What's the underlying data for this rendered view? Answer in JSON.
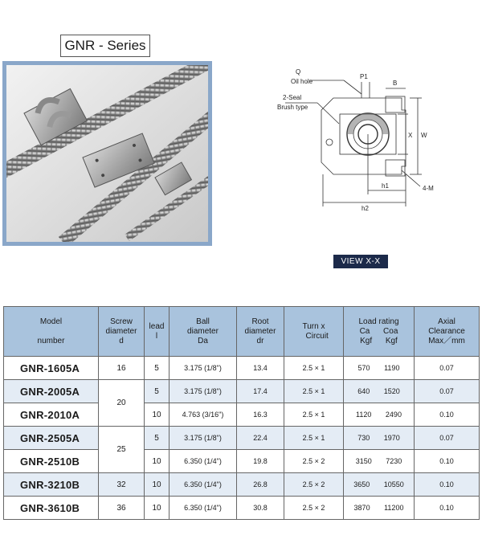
{
  "series_title": "GNR - Series",
  "drawing": {
    "label_q": "Q",
    "label_oil_hole": "Oil hole",
    "label_p1": "P1",
    "label_b": "B",
    "label_seal": "2-Seal",
    "label_brush": "Brush type",
    "label_x": "X",
    "label_w": "W",
    "label_h1": "h1",
    "label_h2": "h2",
    "label_4m": "4-M"
  },
  "view_label": "VIEW  X-X",
  "table": {
    "headers": {
      "model_1": "Model",
      "model_2": "number",
      "screw_1": "Screw",
      "screw_2": "diameter",
      "screw_3": "d",
      "lead_1": "lead",
      "lead_2": "l",
      "ball_1": "Ball",
      "ball_2": "diameter",
      "ball_3": "Da",
      "root_1": "Root",
      "root_2": "diameter",
      "root_3": "dr",
      "turn_1": "Turn",
      "turn_x": "x",
      "turn_2": "Circuit",
      "load_1": "Load  rating",
      "load_ca": "Ca",
      "load_coa": "Coa",
      "load_kgf1": "Kgf",
      "load_kgf2": "Kgf",
      "axial_1": "Axial",
      "axial_2": "Clearance",
      "axial_3": "Max／mm"
    },
    "rows": [
      {
        "model": "GNR-1605A",
        "screw": "16",
        "lead": "5",
        "ball": "3.175 (1/8\")",
        "root": "13.4",
        "turn": "2.5  × 1",
        "ca": "570",
        "coa": "1190",
        "axial": "0.07"
      },
      {
        "model": "GNR-2005A",
        "screw": "20",
        "lead": "5",
        "ball": "3.175 (1/8\")",
        "root": "17.4",
        "turn": "2.5  × 1",
        "ca": "640",
        "coa": "1520",
        "axial": "0.07"
      },
      {
        "model": "GNR-2010A",
        "screw": "",
        "lead": "10",
        "ball": "4.763 (3/16\")",
        "root": "16.3",
        "turn": "2.5  × 1",
        "ca": "1120",
        "coa": "2490",
        "axial": "0.10"
      },
      {
        "model": "GNR-2505A",
        "screw": "25",
        "lead": "5",
        "ball": "3.175 (1/8\")",
        "root": "22.4",
        "turn": "2.5  × 1",
        "ca": "730",
        "coa": "1970",
        "axial": "0.07"
      },
      {
        "model": "GNR-2510B",
        "screw": "",
        "lead": "10",
        "ball": "6.350 (1/4\")",
        "root": "19.8",
        "turn": "2.5  × 2",
        "ca": "3150",
        "coa": "7230",
        "axial": "0.10"
      },
      {
        "model": "GNR-3210B",
        "screw": "32",
        "lead": "10",
        "ball": "6.350 (1/4\")",
        "root": "26.8",
        "turn": "2.5  × 2",
        "ca": "3650",
        "coa": "10550",
        "axial": "0.10"
      },
      {
        "model": "GNR-3610B",
        "screw": "36",
        "lead": "10",
        "ball": "6.350 (1/4\")",
        "root": "30.8",
        "turn": "2.5  × 2",
        "ca": "3870",
        "coa": "11200",
        "axial": "0.10"
      }
    ]
  }
}
